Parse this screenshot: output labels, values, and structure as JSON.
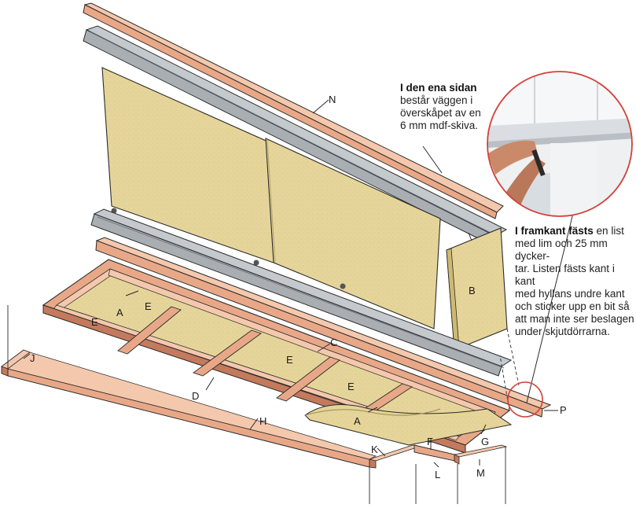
{
  "labels": {
    "A1": "A",
    "A2": "A",
    "B": "B",
    "C": "C",
    "D": "D",
    "E1": "E",
    "E2": "E",
    "E3": "E",
    "E4": "E",
    "F": "F",
    "G": "G",
    "H": "H",
    "J": "J",
    "K": "K",
    "L": "L",
    "M": "M",
    "N": "N",
    "P": "P"
  },
  "caption_side": {
    "bold": "I den ena sidan",
    "lines": [
      "består väggen i",
      "överskåpet av en",
      "6 mm mdf-skiva."
    ]
  },
  "caption_front": {
    "bold": "I framkant fästs",
    "first_rest": " en list",
    "lines": [
      "med lim och 25 mm dycker-",
      "tar. Listen fästs kant i kant",
      "med hyllans undre kant",
      "och sticker upp en bit så",
      "att man inte ser beslagen",
      "under skjutdörrarna."
    ]
  },
  "colors": {
    "wood_face": "#e8a887",
    "wood_top": "#f4c8ad",
    "wood_edge": "#c47a5c",
    "mdf": "#e6d59a",
    "mdf_dark": "#cdb970",
    "rail": "#a9aeb3",
    "rail_dark": "#6f767c",
    "line": "#2b2b2b"
  }
}
